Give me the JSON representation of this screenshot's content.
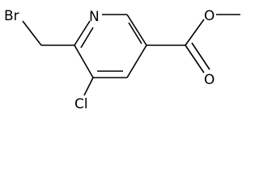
{
  "molecule": {
    "atoms": {
      "br": "Br",
      "n": "N",
      "cl": "Cl",
      "o_carbonyl": "O",
      "o_ester": "O"
    }
  }
}
